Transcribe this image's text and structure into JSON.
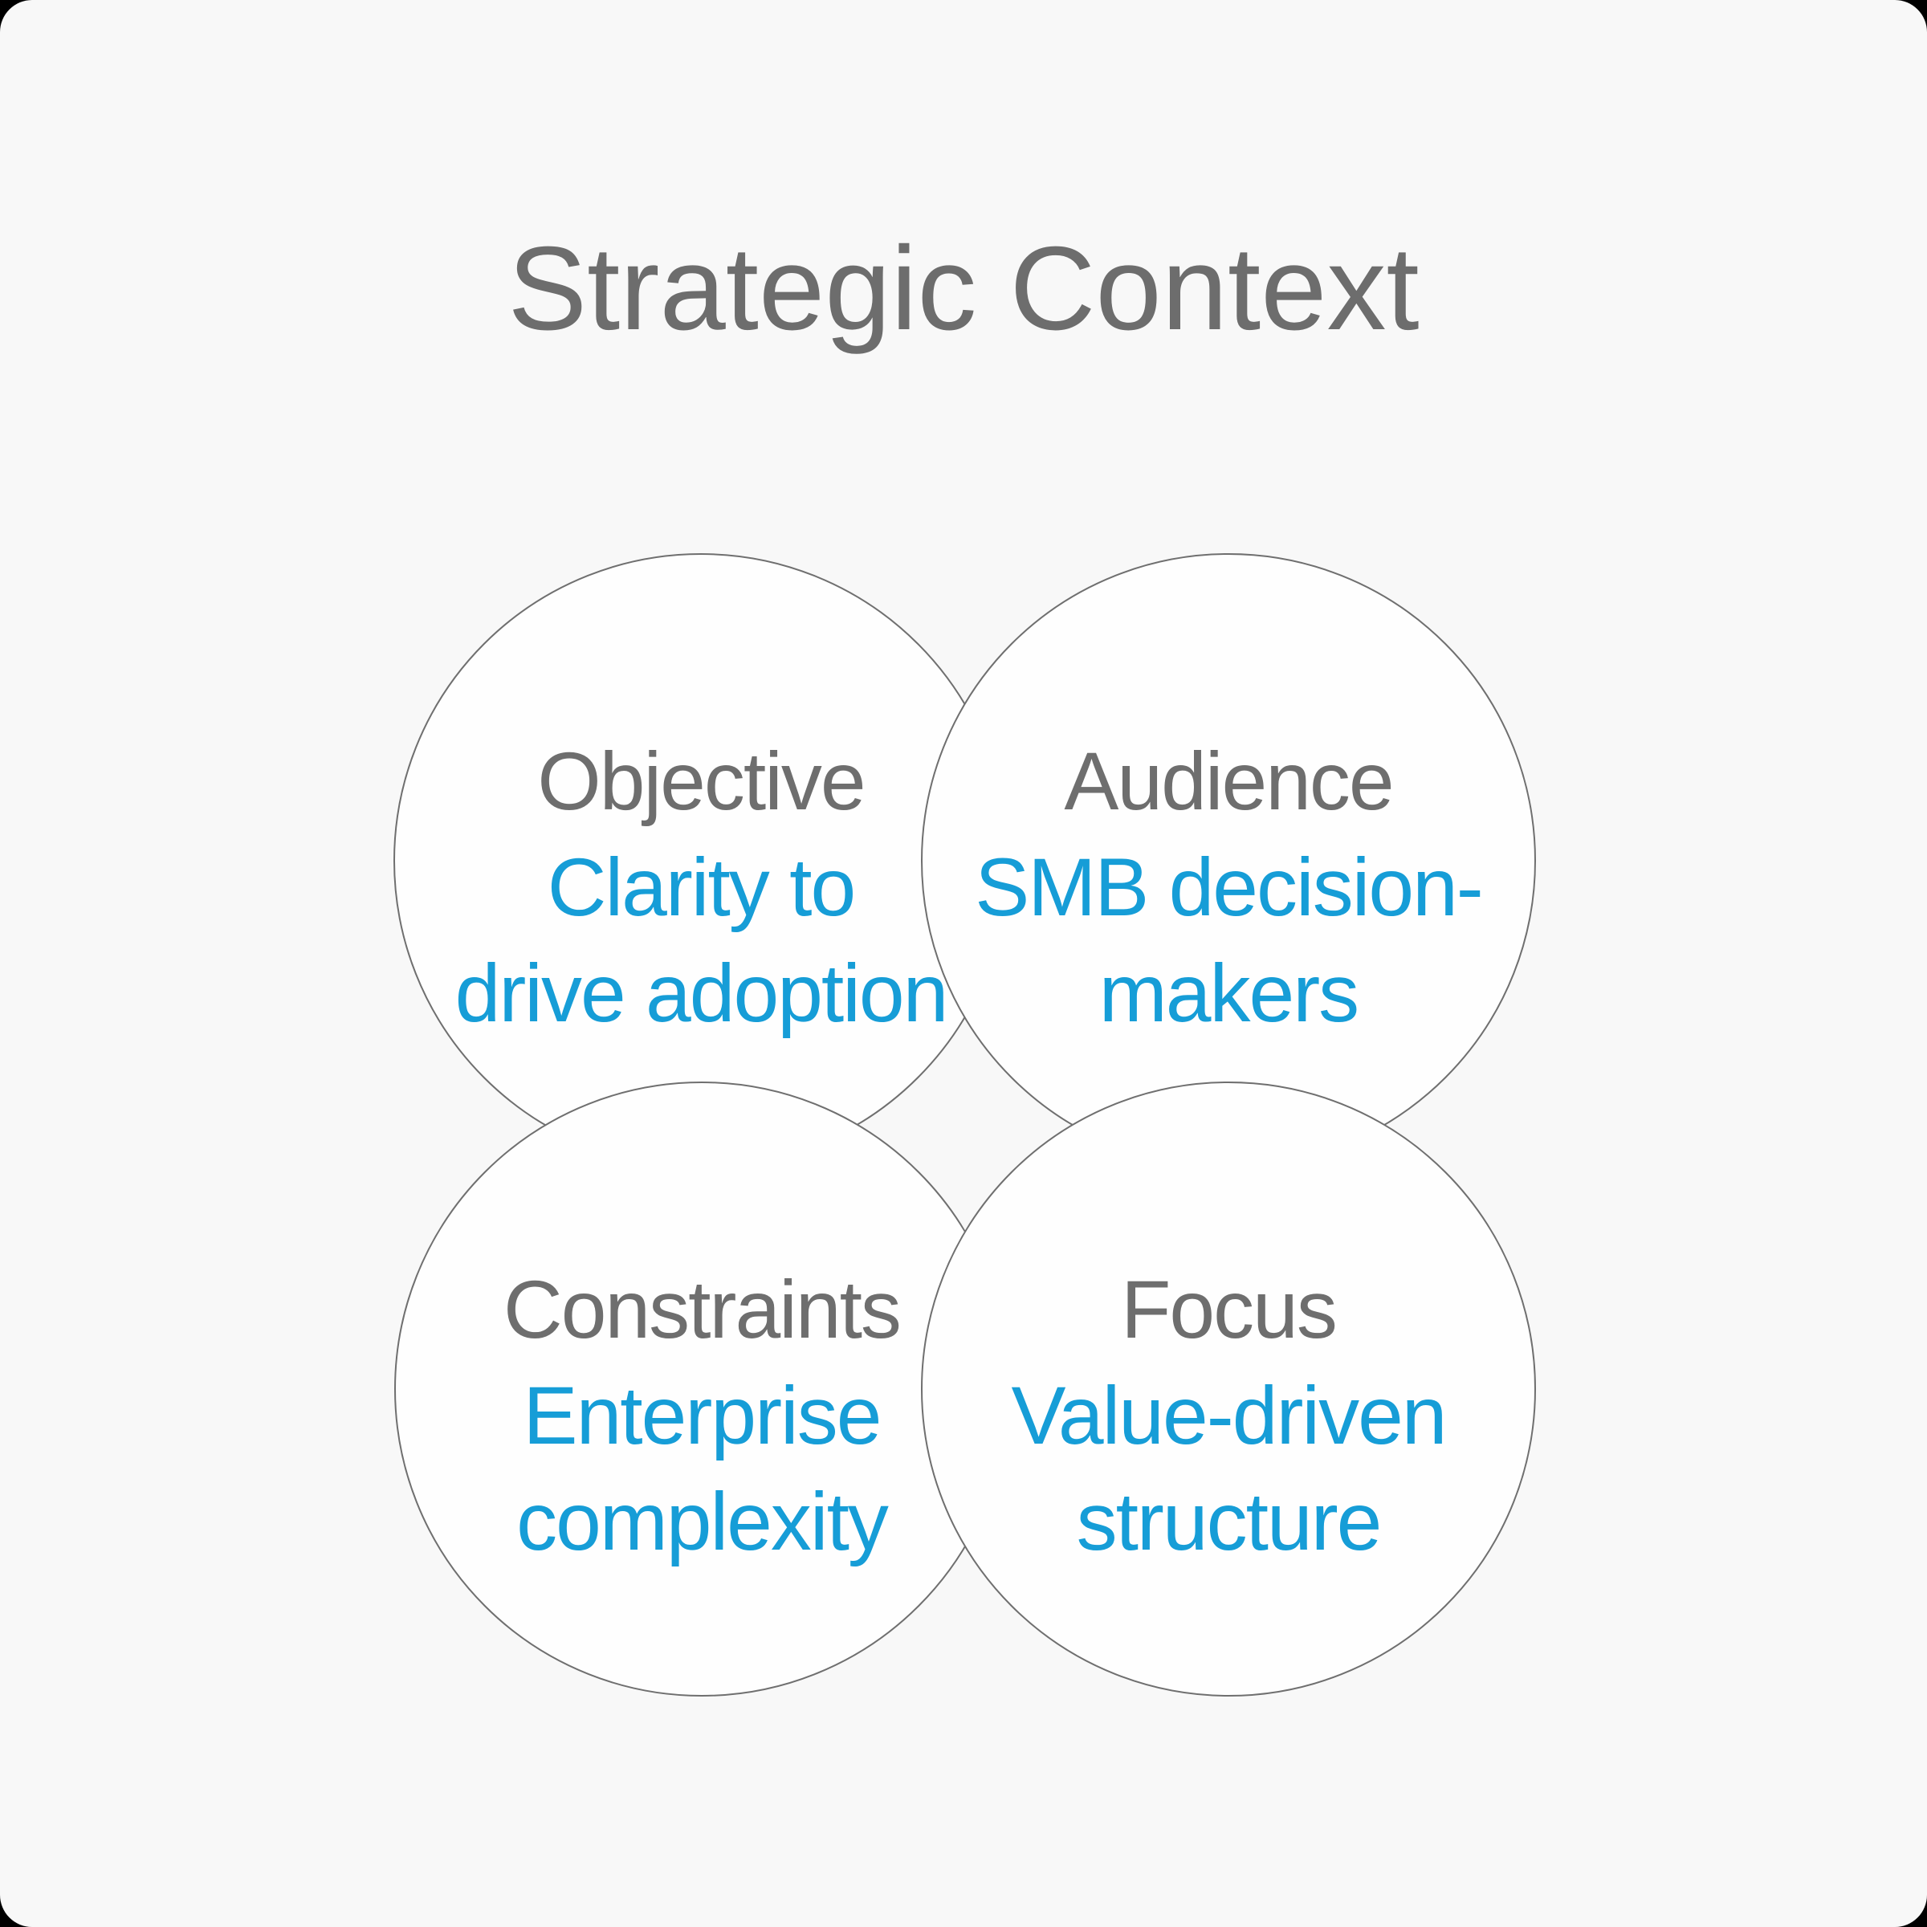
{
  "slide": {
    "title": "Strategic Context"
  },
  "colors": {
    "canvas_background": "#f8f8f8",
    "outer_corner_background": "#000000",
    "title_gray": "#6d6d6d",
    "label_gray": "#6e6e6e",
    "accent_blue": "#169dd7",
    "circle_stroke_gray": "#6f6f6f",
    "circle_fill": "#fefefe"
  },
  "circles": [
    {
      "label": "Objective",
      "lines": [
        "Clarity to",
        "drive adoption"
      ]
    },
    {
      "label": "Audience",
      "lines": [
        "SMB decision-",
        "makers"
      ]
    },
    {
      "label": "Constraints",
      "lines": [
        "Enterprise",
        "complexity"
      ]
    },
    {
      "label": "Focus",
      "lines": [
        "Value-driven",
        "structure"
      ]
    }
  ]
}
